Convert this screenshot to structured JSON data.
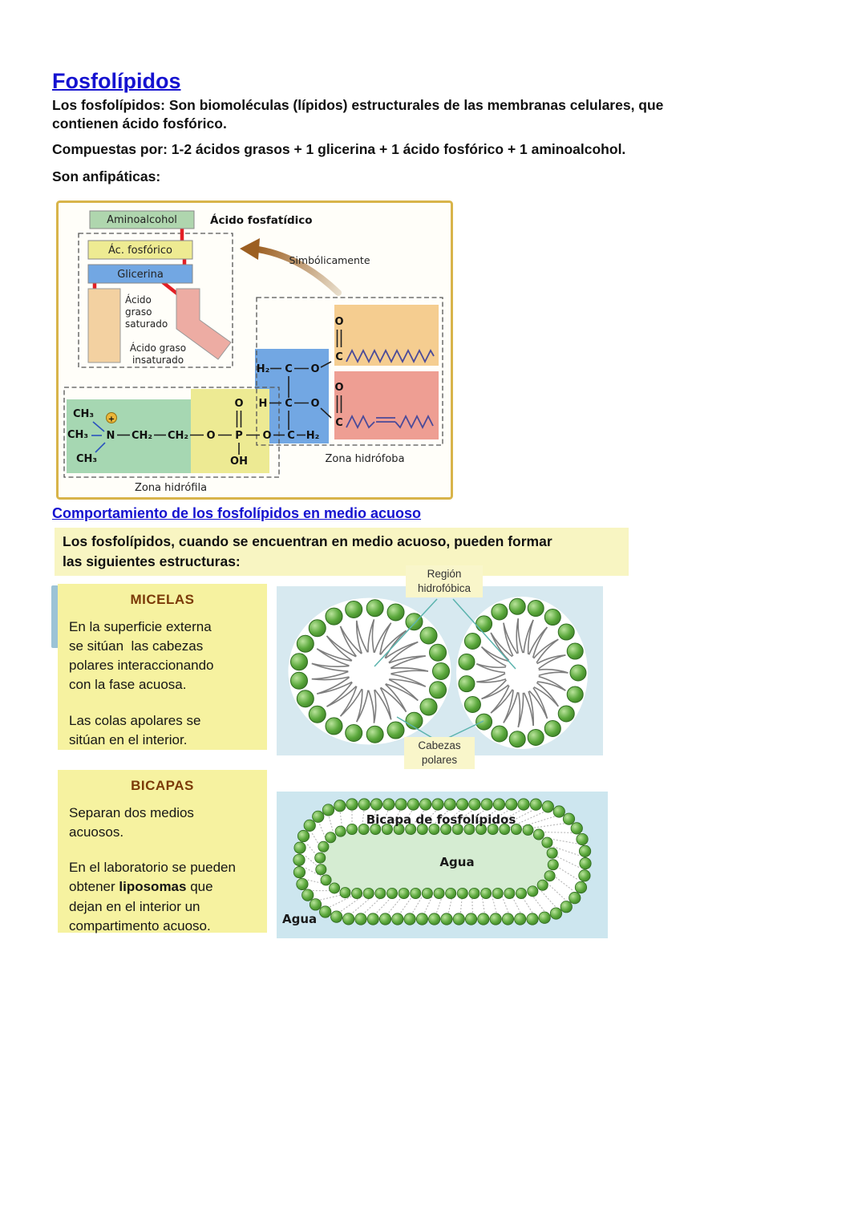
{
  "page": {
    "title": "Fosfolípidos",
    "p1_lines": [
      "Los fosfolípidos: Son biomoléculas (lípidos) estructurales de las membranas celulares, que",
      "contienen ácido fosfórico."
    ],
    "p2": "Compuestas por: 1-2 ácidos grasos + 1 glicerina + 1 ácido fosfórico + 1 aminoalcohol.",
    "p3": "Son anfipáticas:"
  },
  "structure_figure": {
    "boxes": {
      "aminoalcohol": "Aminoalcohol",
      "phosphoric": "Ác. fosfórico",
      "glycerin": "Glicerina"
    },
    "labels": {
      "phosphatidic": "Ácido fosfatídico",
      "symbolically": "Simbólicamente",
      "saturated": [
        "Ácido",
        "graso",
        "saturado"
      ],
      "unsaturated": [
        "Ácido graso",
        "insaturado"
      ],
      "hydrophilic_zone": "Zona hidrófila",
      "hydrophobic_zone": "Zona hidrófoba"
    },
    "formula": {
      "ch3": "CH₃",
      "plus": "+",
      "n": "N",
      "ch2": "CH₂",
      "o": "O",
      "p": "P",
      "oh": "OH",
      "h2": "H₂",
      "h": "H",
      "c": "C"
    }
  },
  "behavior": {
    "heading": "Comportamiento de los fosfolípidos en medio acuoso",
    "intro_lines": [
      "Los fosfolípidos, cuando se encuentran en medio acuoso, pueden formar",
      "las siguientes estructuras:"
    ],
    "micelles": {
      "title": "MICELAS",
      "p1_lines": [
        "En la superficie externa",
        "se sitúan  las cabezas",
        "polares interaccionando",
        "con la fase acuosa."
      ],
      "p2_lines": [
        "Las colas apolares se",
        "sitúan en el interior."
      ],
      "label_top": [
        "Región",
        "hidrofóbica"
      ],
      "label_bottom": [
        "Cabezas",
        "polares"
      ]
    },
    "bilayers": {
      "title": "BICAPAS",
      "p1_lines": [
        "Separan dos medios",
        "acuosos."
      ],
      "p2_line1": "En el laboratorio se pueden",
      "p2_line2_pre": "obtener ",
      "p2_line2_bold": "liposomas",
      "p2_line2_post": " que",
      "p2_line3": "dejan en el interior un",
      "p2_line4": "compartimento acuoso.",
      "fig_title": "Bicapa de fosfolípidos",
      "water_inner": "Agua",
      "water_outer": "Agua"
    }
  },
  "colors": {
    "heading_blue": "#1512d0",
    "card_yellow": "#f6f2a0",
    "intro_yellow": "#f8f5c2",
    "label_yellow": "#f9f6ca",
    "title_brown": "#7b3a08",
    "figure_border_gold": "#d8b44a",
    "box_green": "#afd6ae",
    "box_yellow": "#eeeb92",
    "box_blue": "#72a7e3",
    "fat_tan": "#f3d1a1",
    "fat_pink": "#edaca3",
    "chain_orange": "#f5cd90",
    "chain_pink": "#ee9e93",
    "formula_green": "#a6d7b2",
    "formula_yellow": "#edea93",
    "connector_red": "#e31e24",
    "water_blue": "#d7e9f0",
    "inner_green": "#d5ecd2",
    "bead_green": "#5aa83b",
    "teal_line": "#5bb3ad"
  }
}
